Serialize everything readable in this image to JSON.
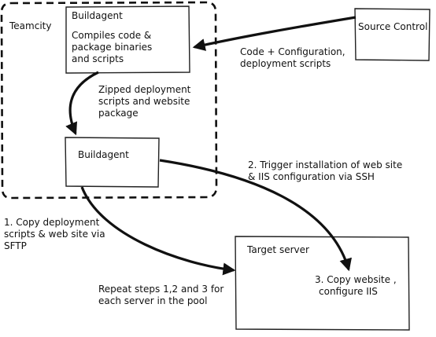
{
  "teamcity_label": "Teamcity",
  "buildagent_top": {
    "title": "Buildagent",
    "desc_lines": [
      "Compiles code &",
      "package binaries",
      "and scripts"
    ]
  },
  "source_control": "Source Control",
  "code_config_lines": [
    "Code + Configuration,",
    "deployment scripts"
  ],
  "zipped_lines": [
    "Zipped deployment",
    "scripts and website",
    "package"
  ],
  "buildagent_bottom": "Buildagent",
  "trigger_lines": [
    "2. Trigger installation of web site",
    "& IIS configuration via SSH"
  ],
  "copy_lines": [
    "1. Copy deployment",
    "scripts & web site via",
    "SFTP"
  ],
  "target_server": "Target server",
  "copy_website_lines": [
    "3. Copy website ,",
    "configure IIS"
  ],
  "repeat_lines": [
    "Repeat steps 1,2 and 3 for",
    "each server in the pool"
  ]
}
